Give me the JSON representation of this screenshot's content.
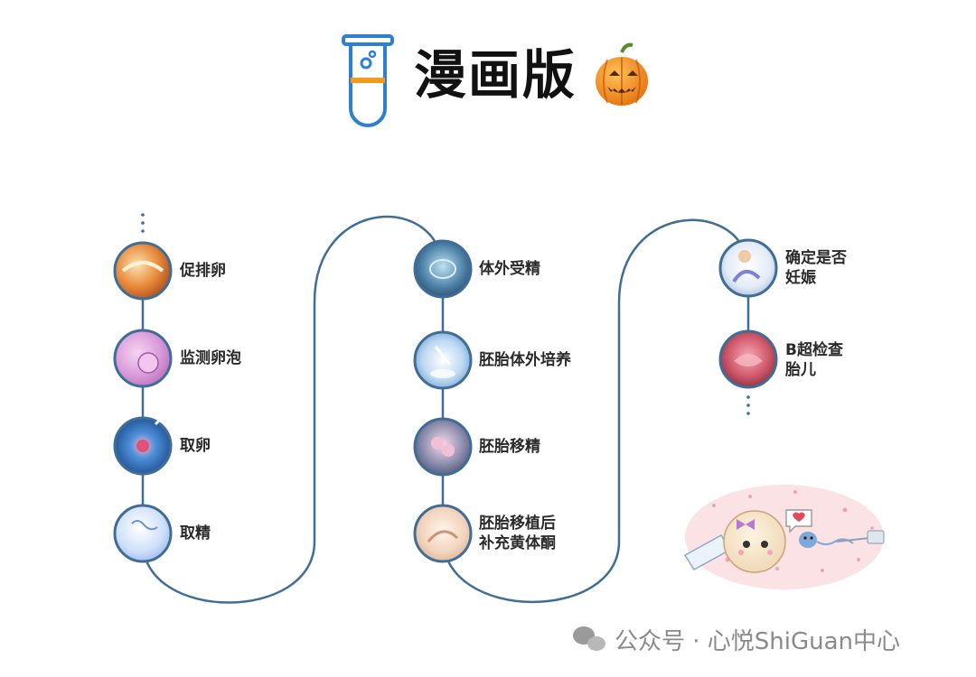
{
  "header": {
    "title": "漫画版",
    "icon": "test-tube-icon",
    "emoji": "pumpkin-icon"
  },
  "colors": {
    "path": "#3f6d96",
    "tube": "#2e7fd0",
    "accent": "#f39a1c"
  },
  "steps_col1": [
    {
      "label": "促排卵",
      "icon": "ovary-illustration-icon"
    },
    {
      "label": "监测卵泡",
      "icon": "follicle-illustration-icon"
    },
    {
      "label": "取卵",
      "icon": "egg-retrieval-illustration-icon"
    },
    {
      "label": "取精",
      "icon": "sperm-collection-illustration-icon"
    }
  ],
  "steps_col2": [
    {
      "label": "体外受精",
      "icon": "fertilization-illustration-icon"
    },
    {
      "label": "胚胎体外培养",
      "icon": "embryo-culture-illustration-icon"
    },
    {
      "label": "胚胎移精",
      "icon": "embryo-transfer-illustration-icon"
    },
    {
      "label1": "胚胎移植后",
      "label2": "补充黄体酮",
      "icon": "progesterone-illustration-icon"
    }
  ],
  "steps_col3": [
    {
      "label1": "确定是否",
      "label2": "妊娠",
      "icon": "doctor-illustration-icon"
    },
    {
      "label1": "B超检查",
      "label2": "胎儿",
      "icon": "ultrasound-illustration-icon"
    }
  ],
  "watermark": "公众号 · 心悦ShiGuan中心"
}
